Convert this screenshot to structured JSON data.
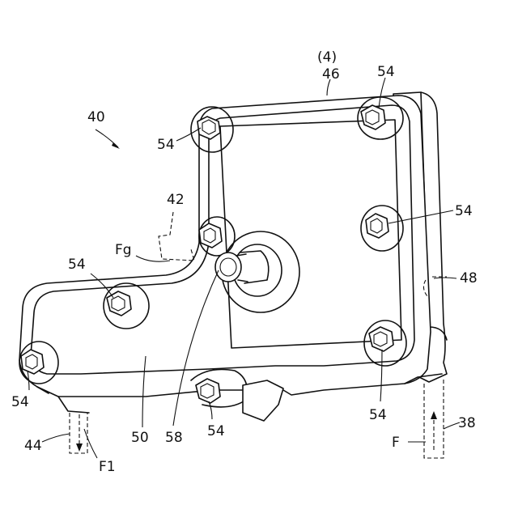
{
  "figure": {
    "view_label": "(4)",
    "labels": {
      "assembly": "40",
      "cover": "46",
      "plate": "50",
      "bolt": "54",
      "pin": "58",
      "member_42": "42",
      "member_44": "44",
      "member_48": "48",
      "member_38": "38",
      "force_fg": "Fg",
      "force_f1": "F1",
      "force_f": "F"
    }
  }
}
